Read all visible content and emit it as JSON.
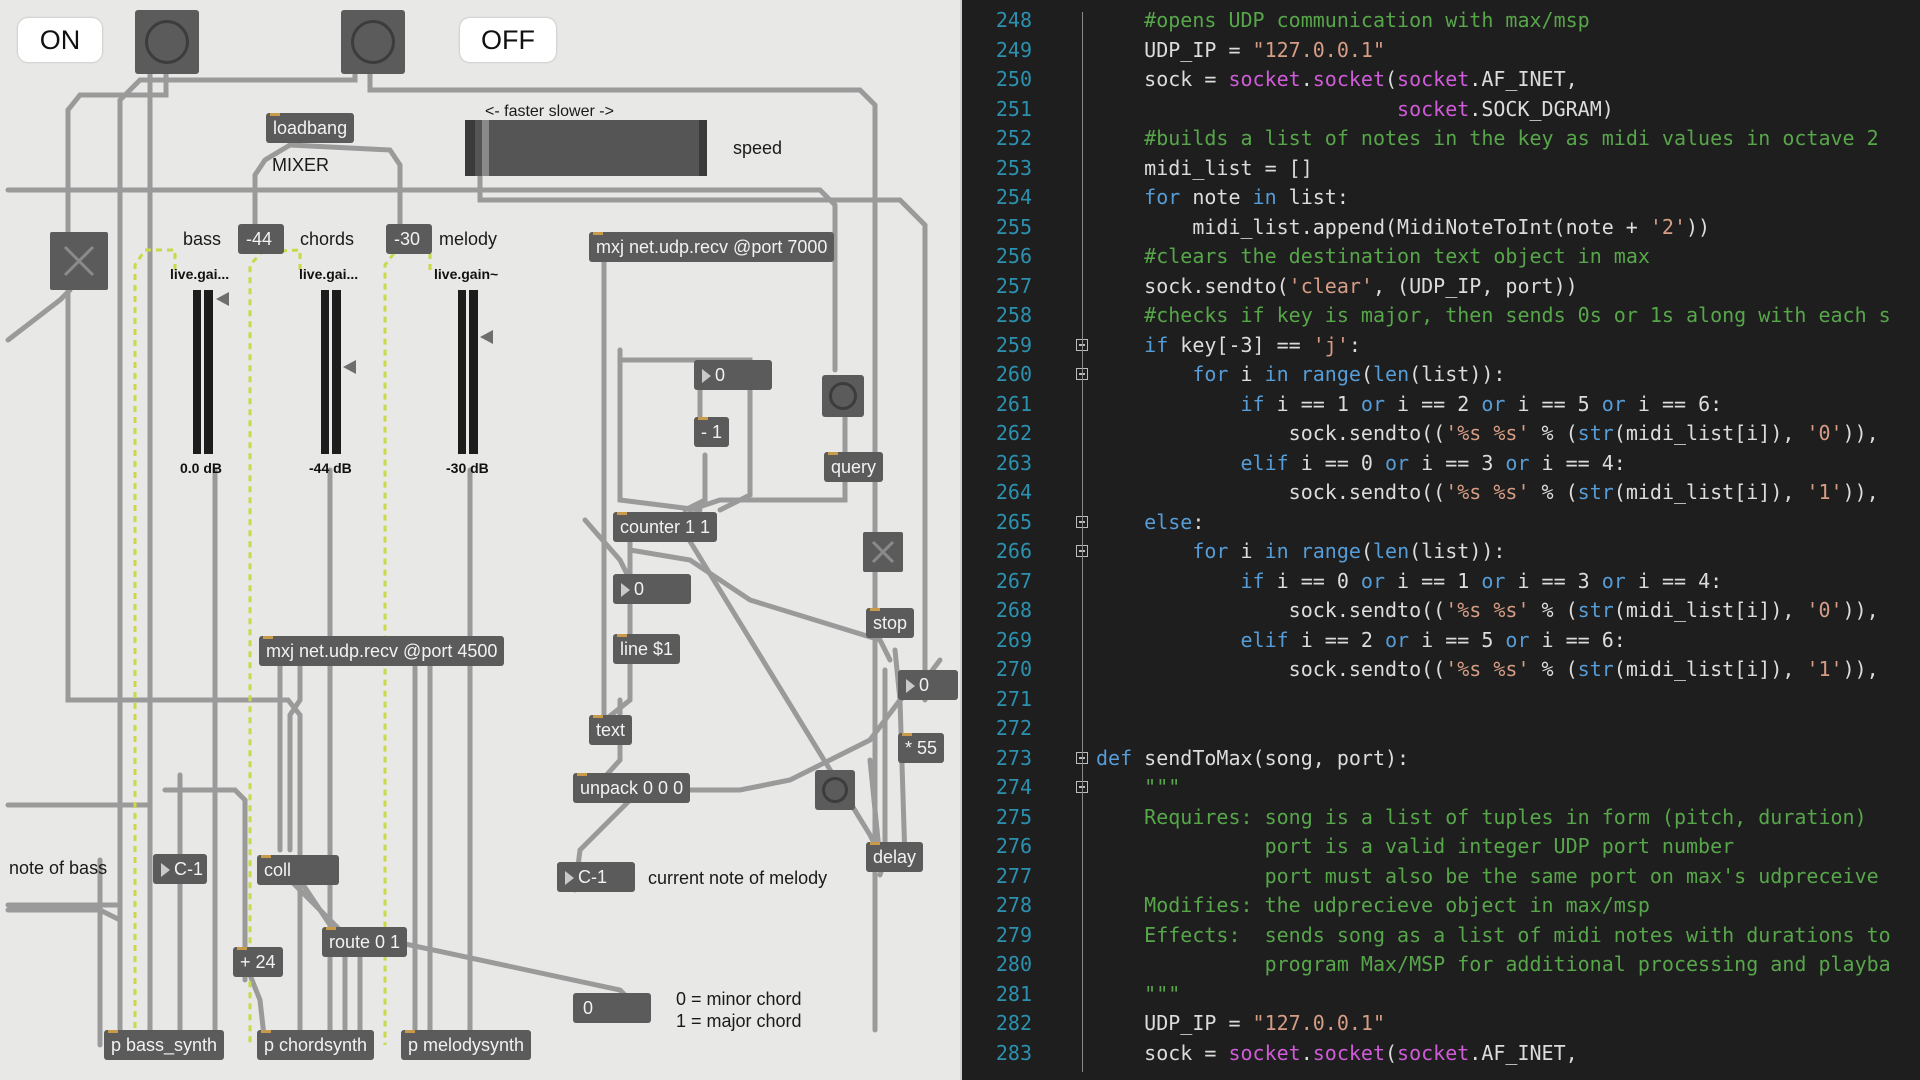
{
  "max_patch": {
    "bubbles": {
      "on": "ON",
      "off": "OFF"
    },
    "objects": {
      "loadbang": "loadbang",
      "udp_7000": "mxj net.udp.recv @port 7000",
      "udp_4500": "mxj net.udp.recv @port 4500",
      "counter": "counter 1 1",
      "line": "line $1",
      "text": "text",
      "unpack": "unpack 0 0 0",
      "coll": "coll",
      "plus24": "+ 24",
      "route": "route 0 1",
      "query": "query",
      "stop": "stop",
      "times55": "* 55",
      "delay": "delay",
      "minus1": "- 1",
      "bass_synth": "p bass_synth",
      "chordsynth": "p chordsynth",
      "melodysynth": "p melodysynth"
    },
    "numbers": {
      "bass_gain": "-44",
      "melody_gain": "-30",
      "counter_in": "0",
      "line_in": "0",
      "delay_in": "0",
      "chord_type": "0",
      "bass_note": "C-1",
      "melody_note": "C-1"
    },
    "labels": {
      "mixer": "MIXER",
      "bass": "bass",
      "chords": "chords",
      "melody": "melody",
      "faster_slower": "<- faster    slower ->",
      "speed": "speed",
      "note_of_bass": "note of bass",
      "current_note_of_melody": "current note of melody",
      "minor_chord": "0 = minor chord",
      "major_chord": "1 = major chord"
    },
    "gains": [
      {
        "title": "live.gai...",
        "db": "0.0 dB",
        "level": 1.0
      },
      {
        "title": "live.gai...",
        "db": "-44 dB",
        "level": 0.55
      },
      {
        "title": "live.gain~",
        "db": "-30 dB",
        "level": 0.75
      }
    ],
    "speed_slider": {
      "level": 0.03
    }
  },
  "code_editor": {
    "colors": {
      "background": "#1e1e1e",
      "line_number": "#2b91af",
      "keyword": "#569cd6",
      "string": "#d69d85",
      "comment": "#57a64a",
      "module": "#d05bd8"
    },
    "lines": [
      {
        "n": "248",
        "t": "    #opens UDP communication with max/msp"
      },
      {
        "n": "249",
        "t": "    UDP_IP = \"127.0.0.1\""
      },
      {
        "n": "250",
        "t": "    sock = socket.socket(socket.AF_INET,"
      },
      {
        "n": "251",
        "t": "                         socket.SOCK_DGRAM)"
      },
      {
        "n": "252",
        "t": "    #builds a list of notes in the key as midi values in octave 2"
      },
      {
        "n": "253",
        "t": "    midi_list = []"
      },
      {
        "n": "254",
        "t": "    for note in list:"
      },
      {
        "n": "255",
        "t": "        midi_list.append(MidiNoteToInt(note + '2'))"
      },
      {
        "n": "256",
        "t": "    #clears the destination text object in max"
      },
      {
        "n": "257",
        "t": "    sock.sendto('clear', (UDP_IP, port))"
      },
      {
        "n": "258",
        "t": "    #checks if key is major, then sends 0s or 1s along with each s"
      },
      {
        "n": "259",
        "t": "    if key[-3] == 'j':"
      },
      {
        "n": "260",
        "t": "        for i in range(len(list)):"
      },
      {
        "n": "261",
        "t": "            if i == 1 or i == 2 or i == 5 or i == 6:"
      },
      {
        "n": "262",
        "t": "                sock.sendto(('%s %s' % (str(midi_list[i]), '0')),"
      },
      {
        "n": "263",
        "t": "            elif i == 0 or i == 3 or i == 4:"
      },
      {
        "n": "264",
        "t": "                sock.sendto(('%s %s' % (str(midi_list[i]), '1')),"
      },
      {
        "n": "265",
        "t": "    else:"
      },
      {
        "n": "266",
        "t": "        for i in range(len(list)):"
      },
      {
        "n": "267",
        "t": "            if i == 0 or i == 1 or i == 3 or i == 4:"
      },
      {
        "n": "268",
        "t": "                sock.sendto(('%s %s' % (str(midi_list[i]), '0')),"
      },
      {
        "n": "269",
        "t": "            elif i == 2 or i == 5 or i == 6:"
      },
      {
        "n": "270",
        "t": "                sock.sendto(('%s %s' % (str(midi_list[i]), '1')),"
      },
      {
        "n": "271",
        "t": ""
      },
      {
        "n": "272",
        "t": ""
      },
      {
        "n": "273",
        "t": "def sendToMax(song, port):"
      },
      {
        "n": "274",
        "t": "    \"\"\""
      },
      {
        "n": "275",
        "t": "    Requires: song is a list of tuples in form (pitch, duration)"
      },
      {
        "n": "276",
        "t": "              port is a valid integer UDP port number"
      },
      {
        "n": "277",
        "t": "              port must also be the same port on max's udpreceive"
      },
      {
        "n": "278",
        "t": "    Modifies: the udprecieve object in max/msp"
      },
      {
        "n": "279",
        "t": "    Effects:  sends song as a list of midi notes with durations to"
      },
      {
        "n": "280",
        "t": "              program Max/MSP for additional processing and playba"
      },
      {
        "n": "281",
        "t": "    \"\"\""
      },
      {
        "n": "282",
        "t": "    UDP_IP = \"127.0.0.1\""
      },
      {
        "n": "283",
        "t": "    sock = socket.socket(socket.AF_INET,"
      }
    ]
  }
}
